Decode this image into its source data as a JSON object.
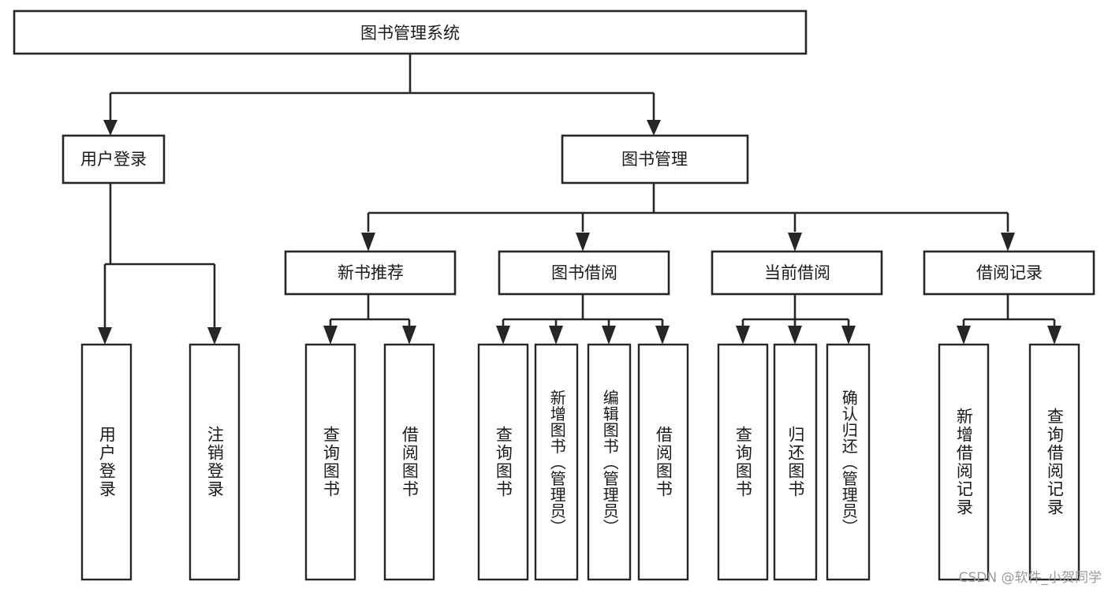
{
  "diagram": {
    "type": "tree-hierarchy",
    "title": "图书管理系统",
    "root": {
      "label": "图书管理系统"
    },
    "level2": [
      {
        "label": "用户登录"
      },
      {
        "label": "图书管理"
      }
    ],
    "level3": [
      {
        "label": "新书推荐"
      },
      {
        "label": "图书借阅"
      },
      {
        "label": "当前借阅"
      },
      {
        "label": "借阅记录"
      }
    ],
    "leaves": {
      "user_login": [
        {
          "label": "用户登录"
        },
        {
          "label": "注销登录"
        }
      ],
      "new_book_recommend": [
        {
          "label": "查询图书"
        },
        {
          "label": "借阅图书"
        }
      ],
      "book_borrow": [
        {
          "label": "查询图书"
        },
        {
          "label": "新增图书（管理员）"
        },
        {
          "label": "编辑图书（管理员）"
        },
        {
          "label": "借阅图书"
        }
      ],
      "current_borrow": [
        {
          "label": "查询图书"
        },
        {
          "label": "归还图书"
        },
        {
          "label": "确认归还（管理员）"
        }
      ],
      "borrow_record": [
        {
          "label": "新增借阅记录"
        },
        {
          "label": "查询借阅记录"
        }
      ]
    }
  },
  "watermark": {
    "text": "CSDN @软件_小贺同学"
  },
  "colors": {
    "stroke": "#262626",
    "box_fill": "#ffffff",
    "text": "#1a1a1a",
    "watermark": "#9a9a9a",
    "background": "#ffffff"
  }
}
